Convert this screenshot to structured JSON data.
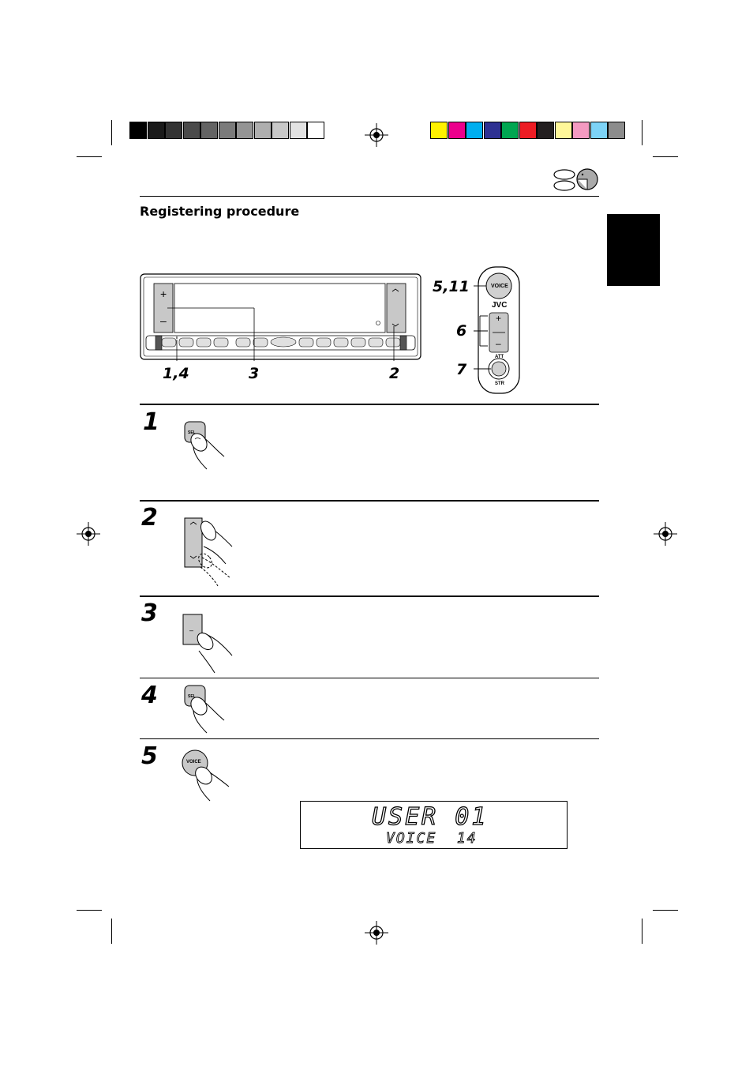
{
  "section_title": "Registering procedure",
  "colors": {
    "grayscale_bar": [
      "#000000",
      "#1a1a1a",
      "#333333",
      "#4a4a4a",
      "#636363",
      "#7b7b7b",
      "#949494",
      "#aeaeae",
      "#c8c8c8",
      "#e2e2e2",
      "#ffffff"
    ],
    "color_bar": [
      "#fff200",
      "#ec008c",
      "#00aeef",
      "#2e3192",
      "#00a651",
      "#ed1c24",
      "#231f20",
      "#fff799",
      "#f49ac1",
      "#7dd3f7",
      "#8c8c8c"
    ]
  },
  "device": {
    "plus_label": "+",
    "minus_label": "–",
    "callouts": [
      "1,4",
      "3",
      "2"
    ]
  },
  "remote": {
    "voice_label": "VOICE",
    "brand": "JVC",
    "plus_label": "+",
    "minus_label": "–",
    "att_label": "ATT",
    "str_label": "STR",
    "callouts": [
      "5,11",
      "6",
      "7"
    ]
  },
  "steps": [
    {
      "number": "1",
      "button_label": "SEL"
    },
    {
      "number": "2"
    },
    {
      "number": "3",
      "button_label": "–"
    },
    {
      "number": "4",
      "button_label": "SEL"
    },
    {
      "number": "5",
      "button_label": "VOICE"
    }
  ],
  "display": {
    "line1": "USER 01",
    "line2": "VOICE  14"
  }
}
